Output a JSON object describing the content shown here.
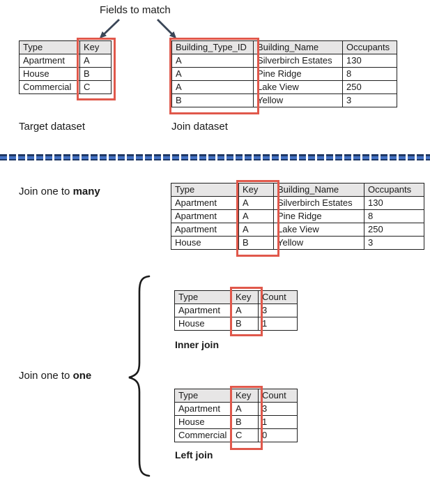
{
  "title": "Fields to match",
  "labels": {
    "target_dataset": "Target dataset",
    "join_dataset": "Join dataset",
    "one_to_many_prefix": "Join one to ",
    "one_to_many_bold": "many",
    "one_to_one_prefix": "Join one to ",
    "one_to_one_bold": "one",
    "inner_join": "Inner join",
    "left_join": "Left join"
  },
  "icons": {
    "arrow_left": "arrow-pointing-down-left",
    "arrow_right": "arrow-pointing-down-right",
    "brace": "left-curly-brace"
  },
  "colors": {
    "key_highlight": "#e0584b",
    "table_header_bg": "#e7e6e6",
    "divider_blue": "#4472c4",
    "divider_navy": "#1f3864",
    "arrow_navy": "#3a4657",
    "text": "#1a1a1a"
  },
  "tables": {
    "target": {
      "headers": [
        "Type",
        "Key"
      ],
      "rows": [
        [
          "Apartment",
          "A"
        ],
        [
          "House",
          "B"
        ],
        [
          "Commercial",
          "C"
        ]
      ]
    },
    "join": {
      "headers": [
        "Building_Type_ID",
        "Building_Name",
        "Occupants"
      ],
      "rows": [
        [
          "A",
          "Silverbirch Estates",
          "130"
        ],
        [
          "A",
          "Pine Ridge",
          "8"
        ],
        [
          "A",
          "Lake View",
          "250"
        ],
        [
          "B",
          "Yellow",
          "3"
        ]
      ]
    },
    "one_to_many": {
      "headers": [
        "Type",
        "Key",
        "Building_Name",
        "Occupants"
      ],
      "rows": [
        [
          "Apartment",
          "A",
          "Silverbirch Estates",
          "130"
        ],
        [
          "Apartment",
          "A",
          "Pine Ridge",
          "8"
        ],
        [
          "Apartment",
          "A",
          "Lake View",
          "250"
        ],
        [
          "House",
          "B",
          "Yellow",
          "3"
        ]
      ]
    },
    "inner": {
      "headers": [
        "Type",
        "Key",
        "Count"
      ],
      "rows": [
        [
          "Apartment",
          "A",
          "3"
        ],
        [
          "House",
          "B",
          "1"
        ]
      ]
    },
    "left": {
      "headers": [
        "Type",
        "Key",
        "Count"
      ],
      "rows": [
        [
          "Apartment",
          "A",
          "3"
        ],
        [
          "House",
          "B",
          "1"
        ],
        [
          "Commercial",
          "C",
          "0"
        ]
      ]
    }
  }
}
